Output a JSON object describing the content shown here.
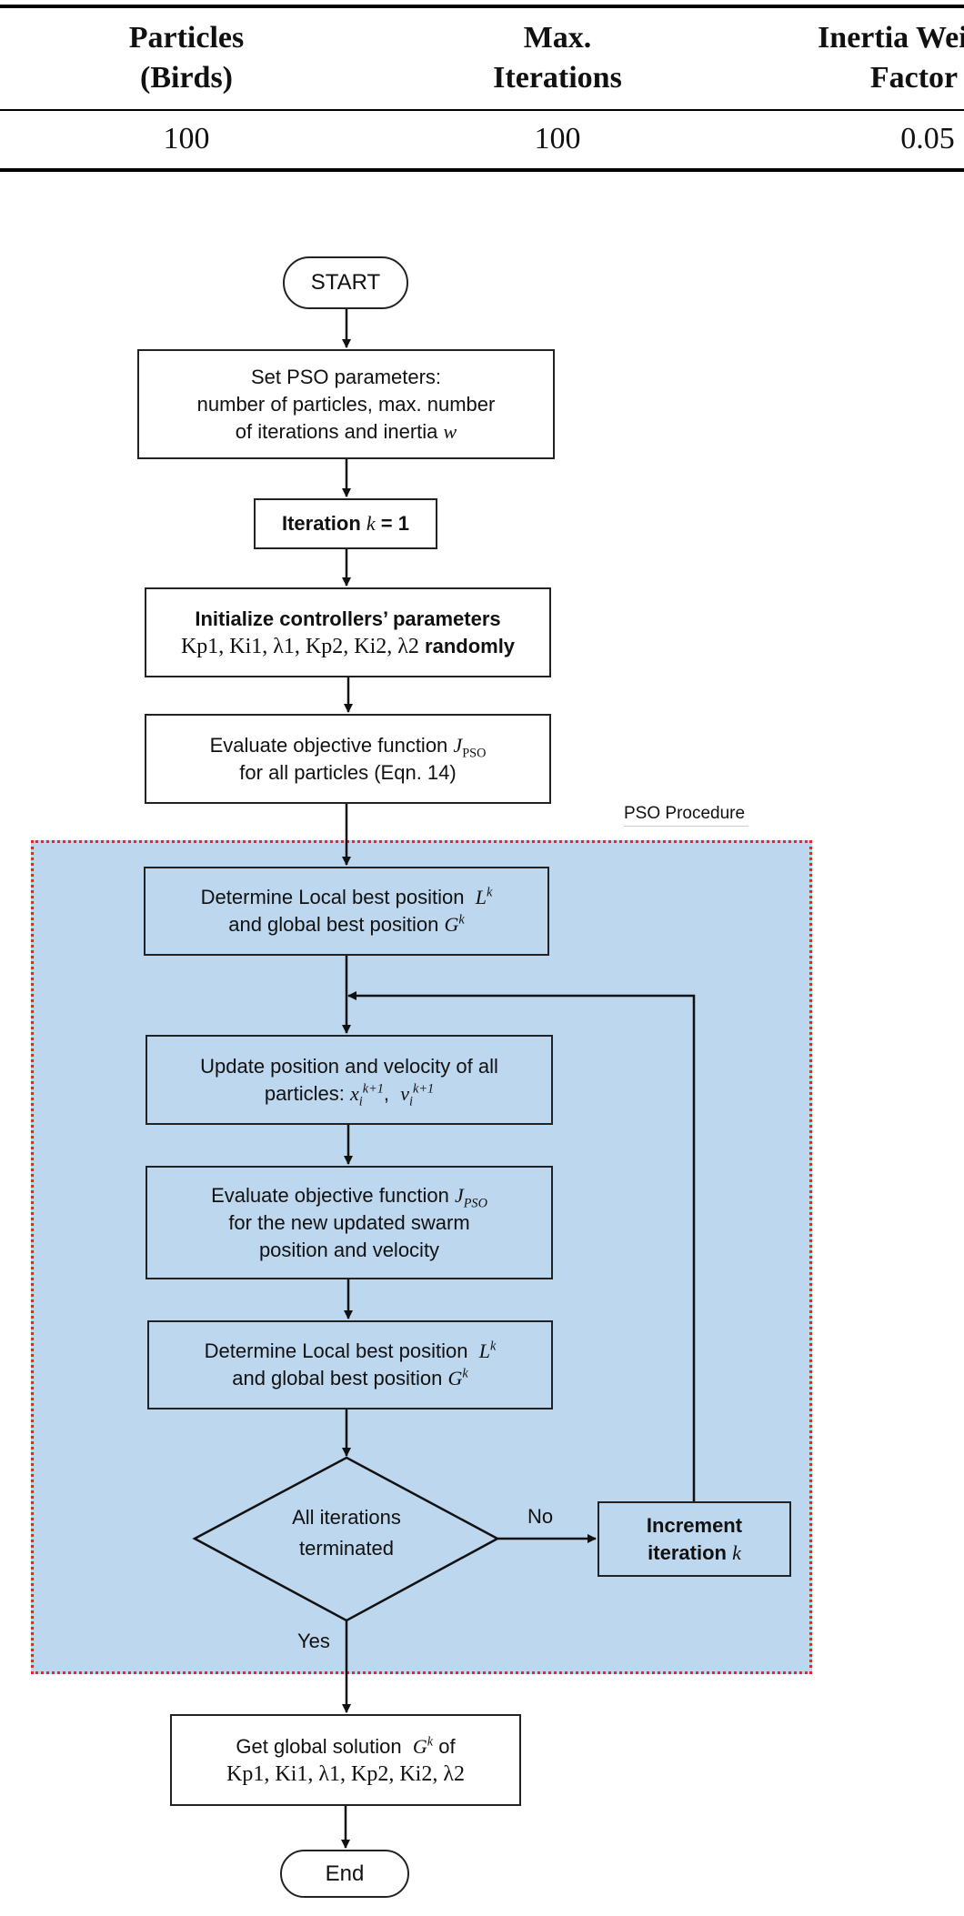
{
  "table": {
    "headers": [
      {
        "line1": "Particles",
        "line2": "(Birds)"
      },
      {
        "line1": "Max.",
        "line2": "Iterations"
      },
      {
        "line1": "Inertia Weight",
        "line2": "Factor"
      }
    ],
    "row": [
      "100",
      "100",
      "0.05"
    ]
  },
  "flowchart": {
    "colors": {
      "region_fill": "#bdd7ee",
      "region_border": "#e02a2a"
    },
    "start": "START",
    "set_params": {
      "line1": "Set PSO parameters:",
      "line2": "number of particles, max. number",
      "line3a": "of iterations and inertia",
      "line3b": "w"
    },
    "iteration": {
      "a": "Iteration",
      "k": "k",
      "b": "= 1"
    },
    "init": {
      "line1": "Initialize controllers’ parameters",
      "line2a": "Kp1, Ki1, λ1, Kp2, Ki2, λ2",
      "line2b": "randomly"
    },
    "evaluate": {
      "line1a": "Evaluate objective function",
      "J": "J",
      "sub": "PSO",
      "line2": "for all particles (Eqn. 14)"
    },
    "region_label": "PSO Procedure",
    "determine1": {
      "line1a": "Determine Local best position",
      "L": "L",
      "line2a": "and global best position",
      "G": "G",
      "k": "k"
    },
    "update": {
      "line1": "Update position and velocity of all",
      "line2a": "particles:",
      "x": "x",
      "v": "v",
      "i": "i",
      "kp1": "k+1"
    },
    "evaluate2": {
      "line1a": "Evaluate objective function",
      "J": "J",
      "sub": "PSO",
      "line2": "for the new updated swarm",
      "line3": "position and velocity"
    },
    "determine2": {
      "line1a": "Determine Local best position",
      "L": "L",
      "line2a": "and global best position",
      "G": "G",
      "k": "k"
    },
    "decision": {
      "line1": "All iterations",
      "line2": "terminated"
    },
    "no_label": "No",
    "yes_label": "Yes",
    "increment": {
      "line1": "Increment",
      "line2a": "iteration",
      "k": "k"
    },
    "get_solution": {
      "line1a": "Get global solution",
      "G": "G",
      "k": "k",
      "line1b": "of",
      "line2": "Kp1, Ki1, λ1, Kp2, Ki2, λ2"
    },
    "end": "End"
  }
}
